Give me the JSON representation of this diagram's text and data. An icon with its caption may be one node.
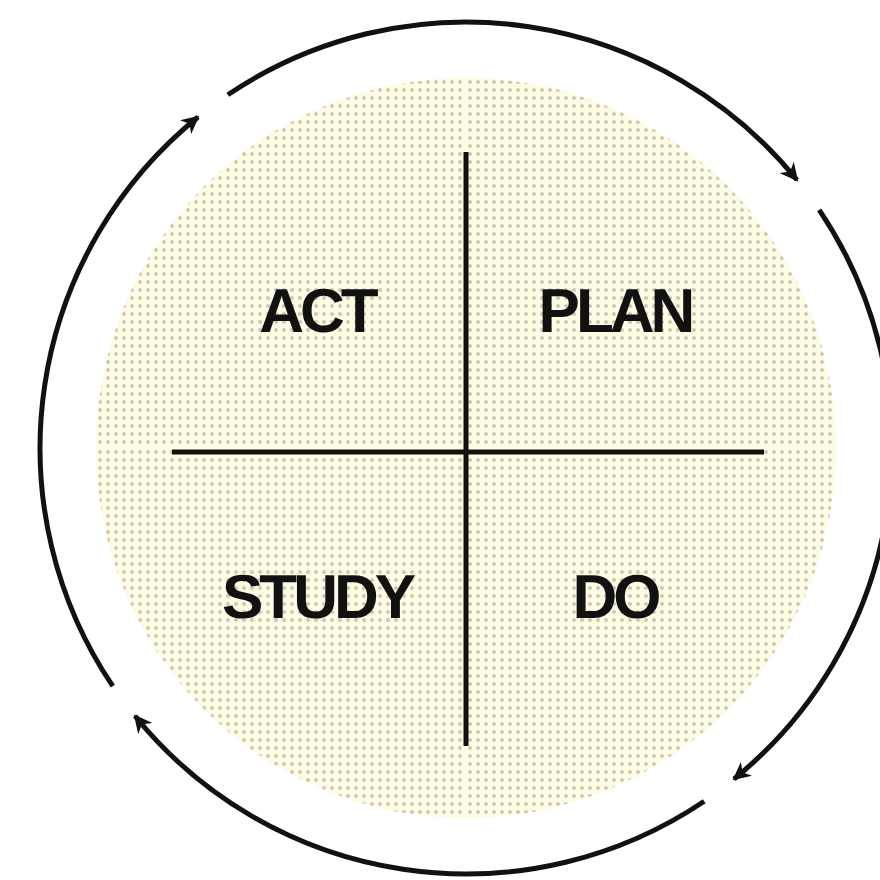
{
  "diagram": {
    "nodes": [
      {
        "text": [
          "ACT"
        ]
      },
      {
        "text": [
          "PLAN"
        ]
      },
      {
        "text": [
          "STUDY"
        ]
      },
      {
        "text": [
          "DO"
        ]
      }
    ],
    "edges": [
      {
        "from": 0,
        "to": 1,
        "arrow": "to"
      },
      {
        "from": 1,
        "to": 3,
        "arrow": "to"
      },
      {
        "from": 3,
        "to": 2,
        "arrow": "to"
      },
      {
        "from": 2,
        "to": 0,
        "arrow": "to"
      }
    ]
  }
}
